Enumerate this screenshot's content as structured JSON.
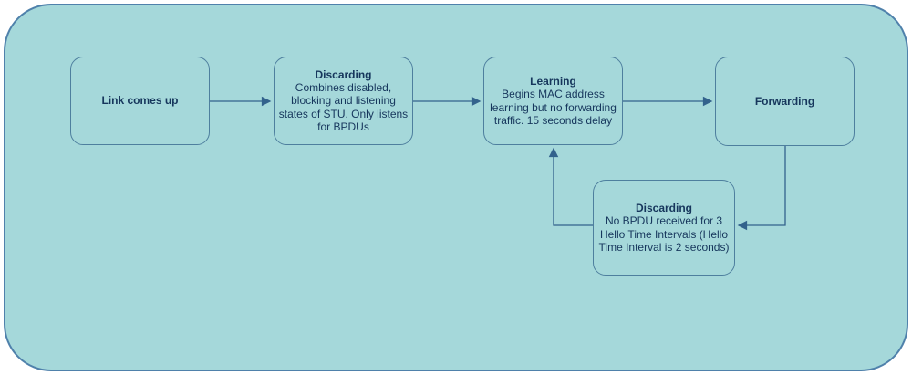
{
  "diagram": {
    "description": "STP port state transition flowchart",
    "colors": {
      "page_background": "#ffffff",
      "container_fill": "#a5d8da",
      "container_border": "#4f81ab",
      "node_border": "#4e7f9e",
      "text": "#16365c",
      "connector": "#33628c"
    },
    "nodes": [
      {
        "id": "link-comes-up",
        "title": "Link comes up",
        "body": ""
      },
      {
        "id": "discarding-1",
        "title": "Discarding",
        "body": "Combines disabled, blocking and listening states of STU. Only listens for BPDUs"
      },
      {
        "id": "learning",
        "title": "Learning",
        "body": "Begins MAC address learning but no forwarding traffic. 15 seconds delay"
      },
      {
        "id": "forwarding",
        "title": "Forwarding",
        "body": ""
      },
      {
        "id": "discarding-2",
        "title": "Discarding",
        "body": "No BPDU received for 3 Hello Time Intervals (Hello Time Interval is 2 seconds)"
      }
    ],
    "connections": [
      {
        "from": "link-comes-up",
        "to": "discarding-1"
      },
      {
        "from": "discarding-1",
        "to": "learning"
      },
      {
        "from": "learning",
        "to": "forwarding"
      },
      {
        "from": "forwarding",
        "to": "discarding-2"
      },
      {
        "from": "discarding-2",
        "to": "learning"
      }
    ]
  }
}
